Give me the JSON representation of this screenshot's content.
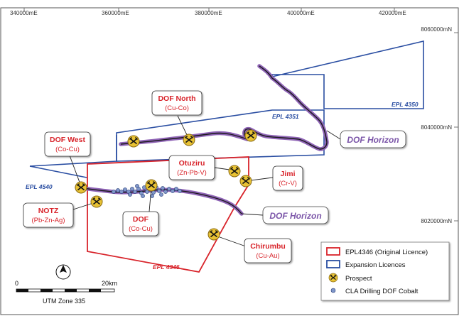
{
  "grid": {
    "x_labels": [
      "340000mE",
      "360000mE",
      "380000mE",
      "400000mE",
      "420000mE"
    ],
    "y_labels": [
      "8060000mN",
      "8040000mN",
      "8020000mN"
    ]
  },
  "licences": {
    "epl4346": "EPL 4346",
    "epl4350": "EPL 4350",
    "epl4351": "EPL 4351",
    "epl4540": "EPL 4540"
  },
  "callouts": {
    "dof_north": {
      "title": "DOF North",
      "sub": "(Cu-Co)"
    },
    "dof_west": {
      "title": "DOF West",
      "sub": "(Co-Cu)"
    },
    "notz": {
      "title": "NOTZ",
      "sub": "(Pb-Zn-Ag)"
    },
    "dof": {
      "title": "DOF",
      "sub": "(Co-Cu)"
    },
    "otuziru": {
      "title": "Otuziru",
      "sub": "(Zn-Pb-V)"
    },
    "jimi": {
      "title": "Jimi",
      "sub": "(Cr-V)"
    },
    "chirumbu": {
      "title": "Chirumbu",
      "sub": "(Cu-Au)"
    }
  },
  "horizon_labels": {
    "upper": "DOF Horizon",
    "lower": "DOF Horizon"
  },
  "legend": {
    "items": [
      {
        "label": "EPL4346 (Original Licence)",
        "color": "#d8232a"
      },
      {
        "label": "Expansion Licences",
        "color": "#2a4ea2"
      },
      {
        "label": "Prospect",
        "color": "#e8c234"
      },
      {
        "label": "CLA Drilling DOF Cobalt",
        "color": "#7f96c9"
      }
    ]
  },
  "scale": {
    "start": "0",
    "end": "20km",
    "zone": "UTM Zone 335"
  },
  "north": "N",
  "colors": {
    "red": "#d8232a",
    "blue": "#2a4ea2",
    "purple": "#8e63b5",
    "prospect": "#e8c234"
  }
}
